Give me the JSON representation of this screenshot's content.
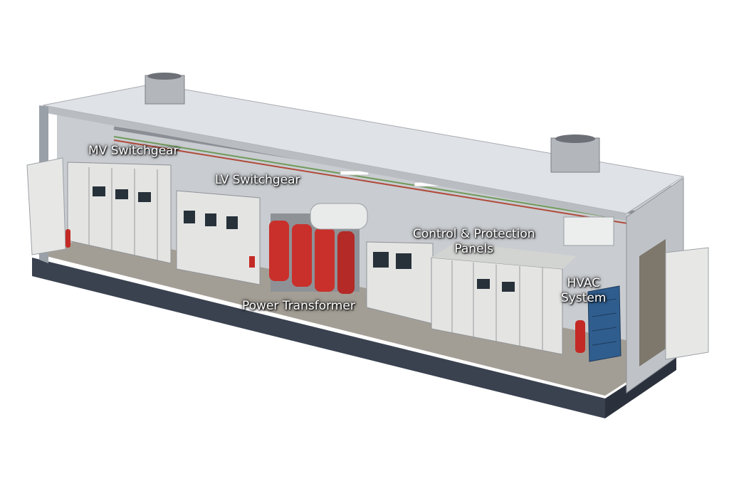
{
  "labels": {
    "mv_switchgear": "MV Switchgear",
    "lv_switchgear": "LV Switchgear",
    "power_transformer": "Power Transformer",
    "control_protection_line1": "Control & Protection",
    "control_protection_line2": "Panels",
    "hvac_line1": "HVAC",
    "hvac_line2": "System"
  },
  "colors": {
    "roof": "#dfe2e6",
    "wall": "#c9ccd0",
    "floor": "#a39e95",
    "base": "#3a4250",
    "cabinet": "#e4e5e3",
    "transformer": "#c9302b",
    "hvac_unit": "#2f5d8e"
  }
}
